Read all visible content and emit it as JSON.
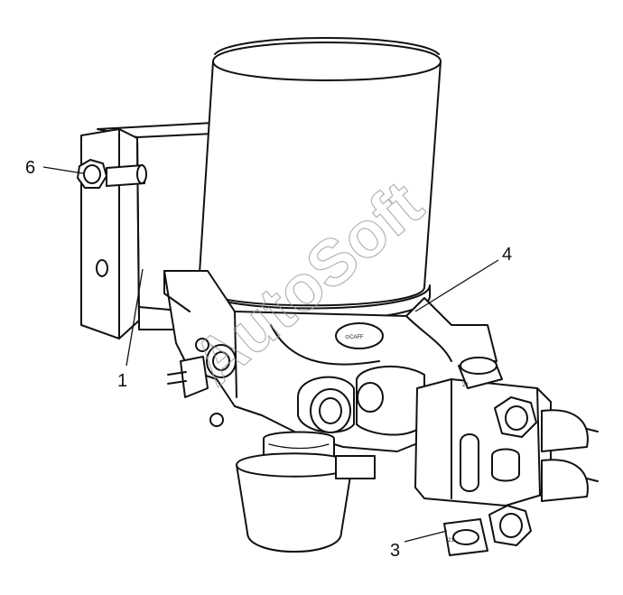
{
  "diagram": {
    "callouts": [
      {
        "id": "1",
        "label": "1"
      },
      {
        "id": "3",
        "label": "3"
      },
      {
        "id": "4",
        "label": "4"
      },
      {
        "id": "6",
        "label": "6"
      }
    ],
    "part_markings": {
      "cap_label": "⊙CAFF",
      "port_21": "21",
      "port_22": "22"
    },
    "watermark": "AutoSoft"
  }
}
